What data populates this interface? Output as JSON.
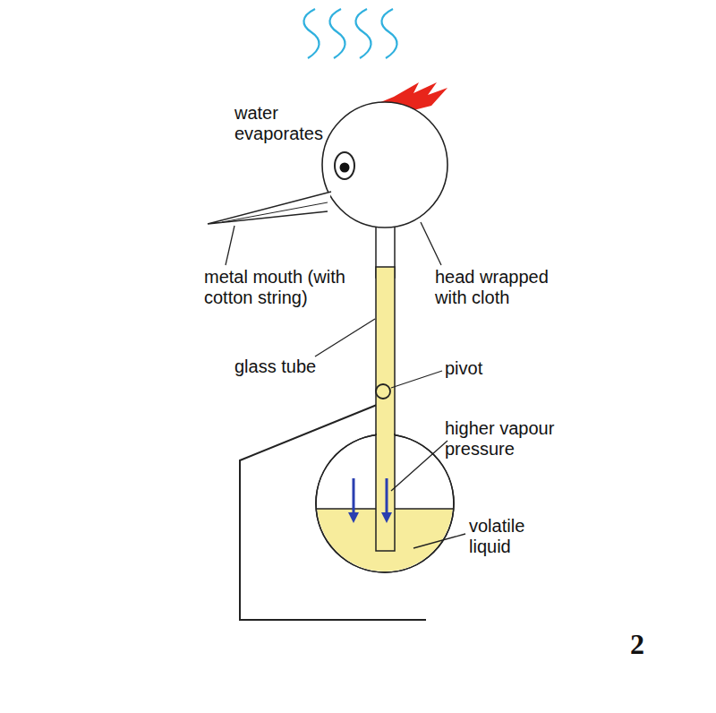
{
  "diagram": {
    "labels": [
      "water evaporates",
      "metal mouth (with cotton string)",
      "head wrapped with cloth",
      "glass tube",
      "pivot",
      "higher vapour pressure",
      "volatile liquid",
      "2"
    ]
  }
}
